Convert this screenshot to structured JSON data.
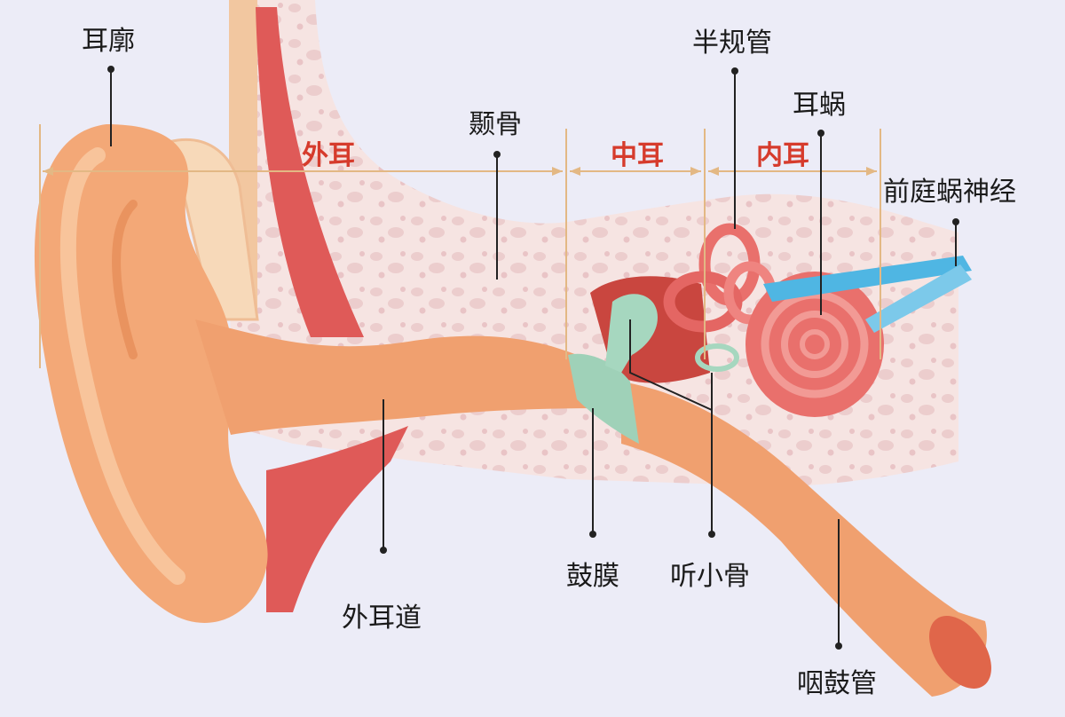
{
  "colors": {
    "background": "#ececf7",
    "region_label": "#d63b2c",
    "skin": "#f3a877",
    "bone": "#f4dedd",
    "cochlea": "#e9706c",
    "eardrum": "#9fd1b8",
    "nerve": "#4fb6e3"
  },
  "regions": {
    "outer": "外耳",
    "middle": "中耳",
    "inner": "内耳"
  },
  "labels": {
    "auricle": "耳廓",
    "temporal_bone": "颞骨",
    "semicircular_canals": "半规管",
    "cochlea": "耳蜗",
    "vestibulocochlear_nerve": "前庭蜗神经",
    "ear_canal": "外耳道",
    "eardrum": "鼓膜",
    "ossicles": "听小骨",
    "eustachian_tube": "咽鼓管"
  }
}
